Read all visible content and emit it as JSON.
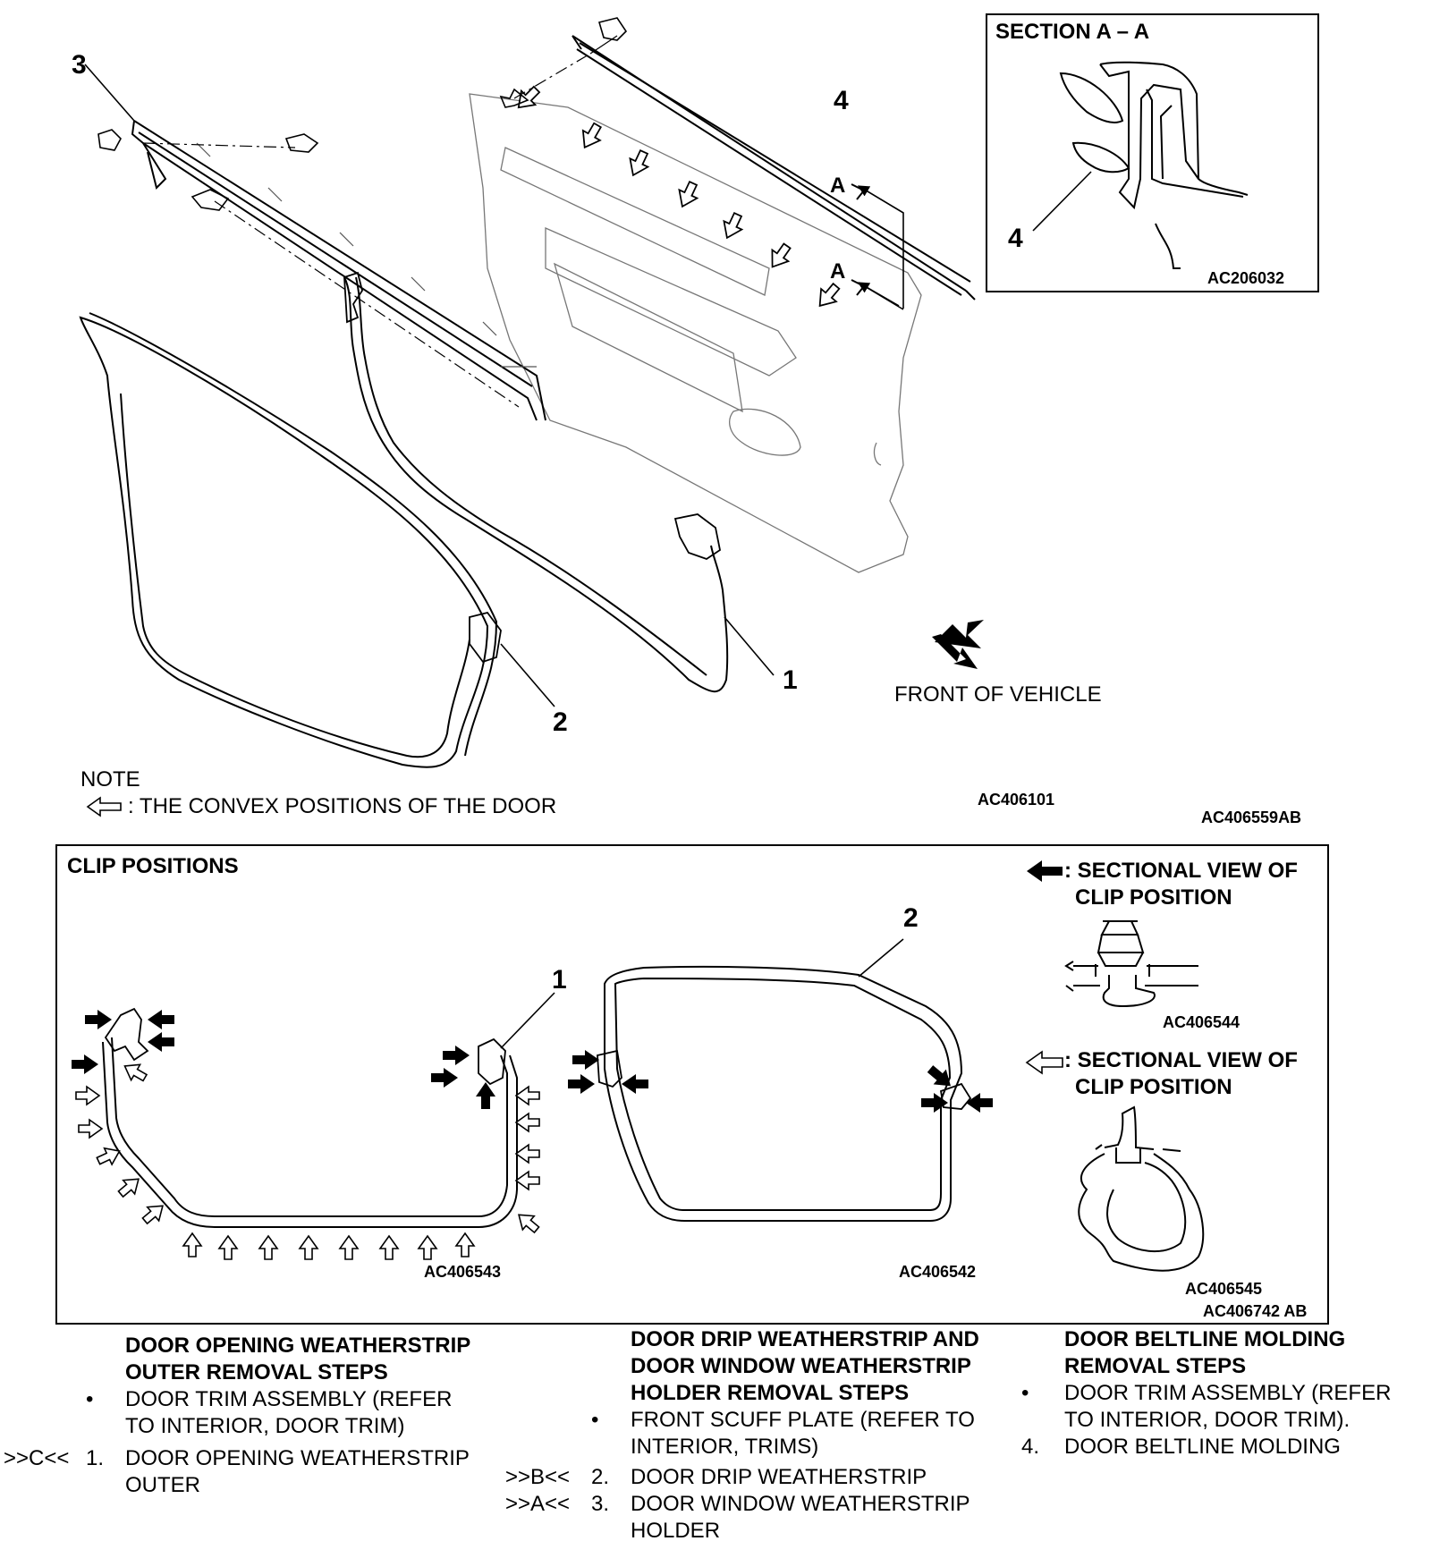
{
  "top_diagram": {
    "section_title": "SECTION A – A",
    "section_code": "AC206032",
    "section_callout": "4",
    "callouts": [
      "1",
      "2",
      "3",
      "4"
    ],
    "section_marks": [
      "A",
      "A"
    ],
    "front_label": "FRONT OF VEHICLE",
    "note_title": "NOTE",
    "note_text": ": THE CONVEX POSITIONS OF THE DOOR",
    "code_1": "AC406101",
    "code_2": "AC406559AB"
  },
  "clip_panel": {
    "title": "CLIP POSITIONS",
    "callout_1": "1",
    "callout_2": "2",
    "code_left": "AC406543",
    "code_mid": "AC406542",
    "legend_solid_line1": ": SECTIONAL VIEW OF",
    "legend_solid_line2": "CLIP POSITION",
    "legend_solid_code": "AC406544",
    "legend_open_line1": ": SECTIONAL VIEW OF",
    "legend_open_line2": "CLIP POSITION",
    "legend_open_code": "AC406545",
    "panel_code": "AC406742 AB"
  },
  "steps": {
    "col1": {
      "heading": [
        "DOOR OPENING WEATHERSTRIP",
        "OUTER REMOVAL STEPS"
      ],
      "items": [
        {
          "marker": "•",
          "ref": "",
          "lines": [
            "DOOR TRIM ASSEMBLY (REFER",
            "TO INTERIOR, DOOR TRIM)"
          ]
        },
        {
          "marker": "1.",
          "ref": ">>C<<",
          "lines": [
            "DOOR OPENING WEATHERSTRIP",
            "OUTER"
          ]
        }
      ]
    },
    "col2": {
      "heading": [
        "DOOR DRIP WEATHERSTRIP AND",
        "DOOR WINDOW WEATHERSTRIP",
        "HOLDER REMOVAL STEPS"
      ],
      "items": [
        {
          "marker": "•",
          "ref": "",
          "lines": [
            "FRONT SCUFF PLATE (REFER TO",
            "INTERIOR, TRIMS)"
          ]
        },
        {
          "marker": "2.",
          "ref": ">>B<<",
          "lines": [
            "DOOR DRIP WEATHERSTRIP"
          ]
        },
        {
          "marker": "3.",
          "ref": ">>A<<",
          "lines": [
            "DOOR WINDOW WEATHERSTRIP",
            "HOLDER"
          ]
        }
      ]
    },
    "col3": {
      "heading": [
        "DOOR BELTLINE MOLDING",
        "REMOVAL STEPS"
      ],
      "items": [
        {
          "marker": "•",
          "ref": "",
          "lines": [
            "DOOR TRIM ASSEMBLY (REFER",
            "TO INTERIOR, DOOR TRIM)."
          ]
        },
        {
          "marker": "4.",
          "ref": "",
          "lines": [
            "DOOR BELTLINE MOLDING"
          ]
        }
      ]
    }
  }
}
